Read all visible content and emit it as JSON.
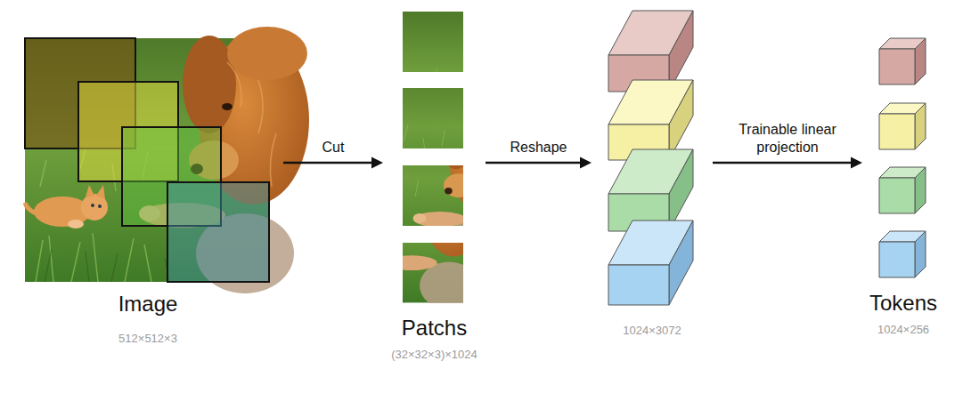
{
  "diagram": {
    "nodes": [
      {
        "text": [
          "Image",
          "512×512×3"
        ]
      },
      {
        "text": [
          "Patchs",
          "(32×32×3)×1024"
        ]
      },
      {
        "text": [
          "1024×3072"
        ]
      },
      {
        "text": [
          "Tokens",
          "1024×256"
        ]
      }
    ],
    "edges": [
      {
        "from": 0,
        "to": 1,
        "label": "Cut",
        "arrow": "to"
      },
      {
        "from": 1,
        "to": 2,
        "label": "Reshape",
        "arrow": "to"
      },
      {
        "from": 2,
        "to": 3,
        "label": "Trainable linear projection",
        "arrow": "to"
      }
    ]
  }
}
